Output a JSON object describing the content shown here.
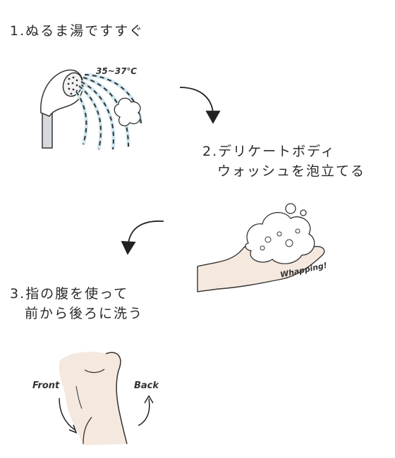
{
  "steps": {
    "step1": {
      "line1": "1.ぬるま湯ですすぐ"
    },
    "step2": {
      "line1": "2.デリケートボディ",
      "line2": "　ウォッシュを泡立てる"
    },
    "step3": {
      "line1": "3.指の腹を使って",
      "line2": "　前から後ろに洗う"
    }
  },
  "labels": {
    "temperature": "35~37℃",
    "whapping": "Whapping!",
    "front": "Front",
    "back": "Back"
  },
  "colors": {
    "water": "#bfdde8",
    "skin": "#f5e8de",
    "line": "#333333"
  }
}
